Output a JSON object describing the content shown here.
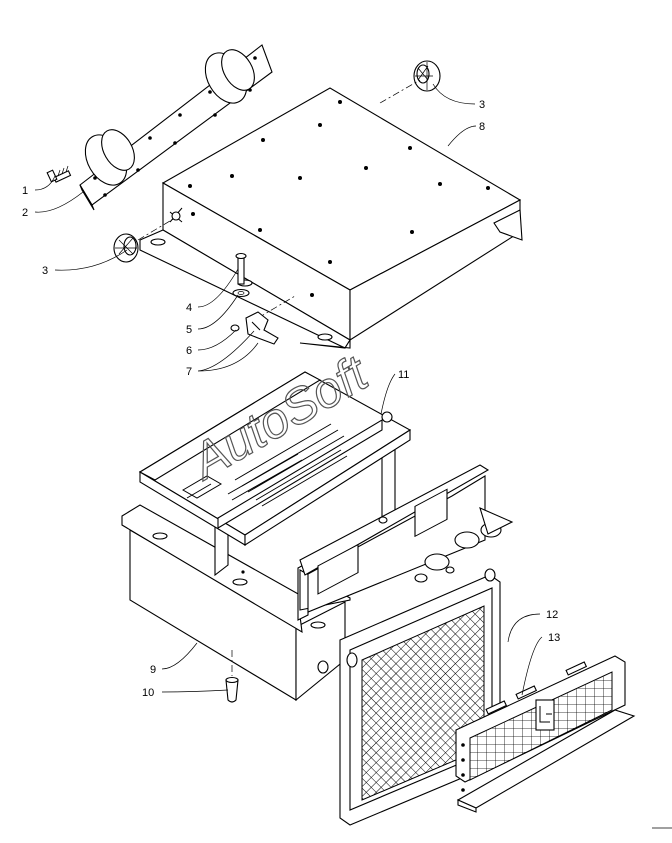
{
  "watermark": "AutoSoft",
  "callouts": [
    "1",
    "2",
    "3",
    "3",
    "4",
    "5",
    "6",
    "7",
    "8",
    "9",
    "10",
    "11",
    "12",
    "13"
  ],
  "colors": {
    "line": "#000000",
    "background": "#ffffff",
    "watermark": "#555555"
  }
}
